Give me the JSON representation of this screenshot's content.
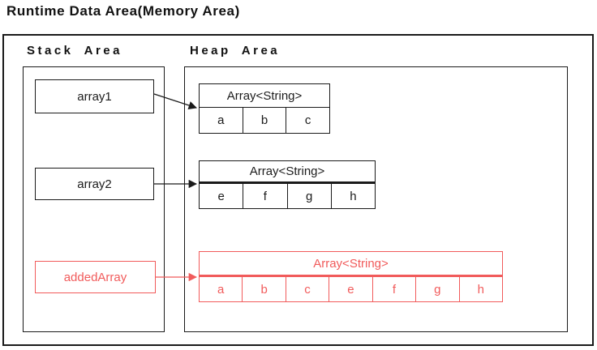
{
  "title": "Runtime Data Area(Memory Area)",
  "colors": {
    "line_black": "#1a1a1a",
    "accent_red": "#f15b5b",
    "background": "#ffffff"
  },
  "stack": {
    "label": "Stack Area",
    "items": [
      {
        "name": "array1"
      },
      {
        "name": "array2"
      },
      {
        "name": "addedArray"
      }
    ]
  },
  "heap": {
    "label": "Heap Area",
    "arrays": [
      {
        "title": "Array<String>",
        "cells": [
          "a",
          "b",
          "c"
        ]
      },
      {
        "title": "Array<String>",
        "cells": [
          "e",
          "f",
          "g",
          "h"
        ]
      },
      {
        "title": "Array<String>",
        "cells": [
          "a",
          "b",
          "c",
          "e",
          "f",
          "g",
          "h"
        ]
      }
    ]
  }
}
